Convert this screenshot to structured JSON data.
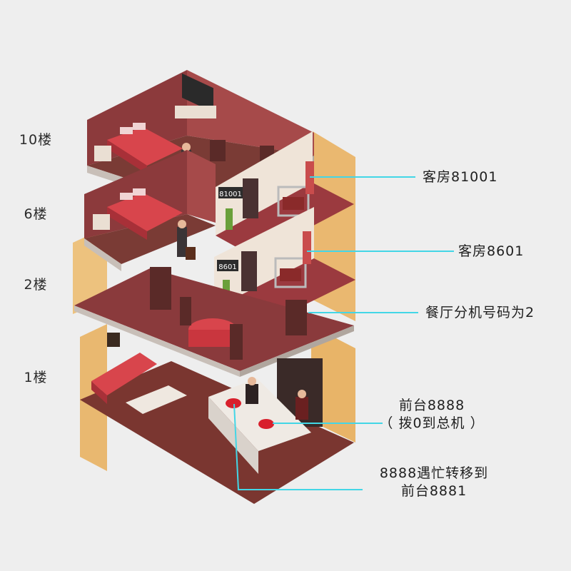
{
  "floors": {
    "f10": "10楼",
    "f6": "6楼",
    "f2": "2楼",
    "f1": "1楼"
  },
  "room_signs": {
    "upper": "81001",
    "lower": "8601"
  },
  "callouts": {
    "room_81001": "客房81001",
    "room_8601": "客房8601",
    "restaurant": "餐厅分机号码为2",
    "front_desk_line1": "前台8888",
    "front_desk_line2": "（ 拨0到总机 ）",
    "busy_transfer_line1": "8888遇忙转移到",
    "busy_transfer_line2": "前台8881"
  },
  "colors": {
    "background": "#eeeeee",
    "wall_dark": "#8c3a3c",
    "wall_mid": "#a64a4a",
    "floor_wood": "#7a3b35",
    "side_panel": "#e8b468",
    "side_panel_light": "#f2c880",
    "corridor": "#9b3a3f",
    "slab_side": "#c8bfb8",
    "bed_red": "#d8454c",
    "callout_line": "#43d6e6"
  }
}
